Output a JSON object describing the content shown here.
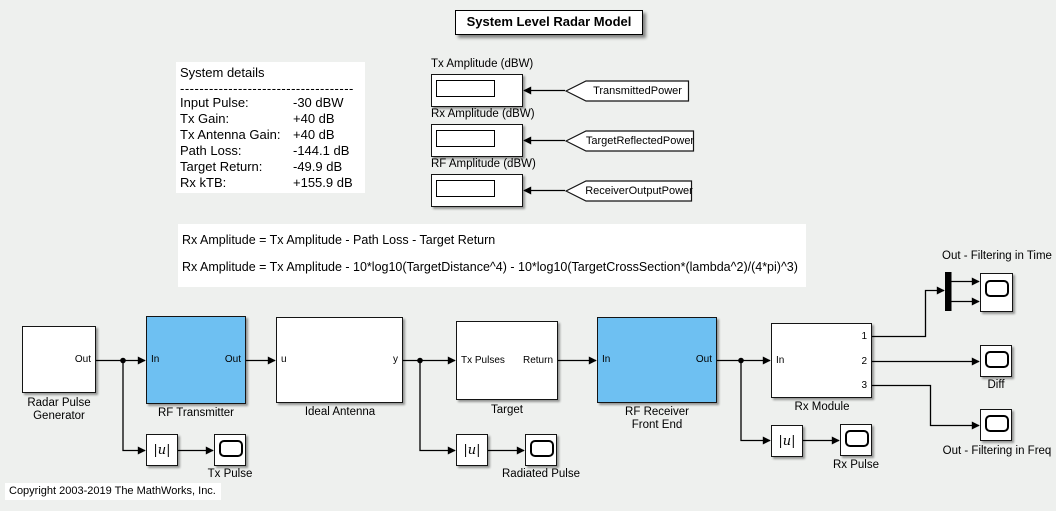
{
  "title": "System Level Radar Model",
  "colors": {
    "subsystem_fill": "#6ec0f2",
    "canvas": "#eef0ee",
    "annotation_bg": "#ffffff",
    "wire": "#000000"
  },
  "system_details": {
    "heading": "System details",
    "divider": "------------------------------------",
    "rows": [
      {
        "label": "Input Pulse:",
        "value": "-30 dBW"
      },
      {
        "label": "Tx Gain:",
        "value": "+40 dB"
      },
      {
        "label": "Tx Antenna Gain:",
        "value": "+40 dB"
      },
      {
        "label": "Path Loss:",
        "value": "-144.1 dB"
      },
      {
        "label": "Target Return:",
        "value": "-49.9 dB"
      },
      {
        "label": "Rx kTB:",
        "value": "+155.9 dB"
      }
    ]
  },
  "equations": {
    "line1": "Rx Amplitude = Tx Amplitude - Path Loss - Target Return",
    "line2": "Rx Amplitude = Tx Amplitude - 10*log10(TargetDistance^4) - 10*log10(TargetCrossSection*(lambda^2)/(4*pi)^3)"
  },
  "power_displays": [
    {
      "label": "Tx Amplitude (dBW)",
      "tag": "TransmittedPower"
    },
    {
      "label": "Rx Amplitude (dBW)",
      "tag": "TargetReflectedPower"
    },
    {
      "label": "RF Amplitude (dBW)",
      "tag": "ReceiverOutputPower"
    }
  ],
  "blocks": {
    "radar_pulse_generator": {
      "label_line1": "Radar Pulse",
      "label_line2": "Generator",
      "port_out": "Out"
    },
    "rf_transmitter": {
      "label": "RF Transmitter",
      "port_in": "In",
      "port_out": "Out"
    },
    "ideal_antenna": {
      "label": "Ideal Antenna",
      "port_in": "u",
      "port_out": "y"
    },
    "target": {
      "label": "Target",
      "port_in": "Tx Pulses",
      "port_out": "Return"
    },
    "rf_receiver": {
      "label_line1": "RF Receiver",
      "label_line2": "Front End",
      "port_in": "In",
      "port_out": "Out"
    },
    "rx_module": {
      "label": "Rx Module",
      "port_in": "In",
      "port_out_1": "1",
      "port_out_2": "2",
      "port_out_3": "3"
    },
    "abs_tx": {
      "label": "|u|"
    },
    "abs_radiated": {
      "label": "|u|"
    },
    "abs_rx": {
      "label": "|u|"
    },
    "scope_tx_pulse": {
      "label": "Tx Pulse"
    },
    "scope_radiated_pulse": {
      "label": "Radiated Pulse"
    },
    "scope_rx_pulse": {
      "label": "Rx Pulse"
    },
    "scope_out_time": {
      "label": "Out - Filtering in Time"
    },
    "scope_diff": {
      "label": "Diff"
    },
    "scope_out_freq": {
      "label": "Out - Filtering in Freq"
    }
  },
  "copyright": "Copyright 2003-2019 The MathWorks, Inc."
}
